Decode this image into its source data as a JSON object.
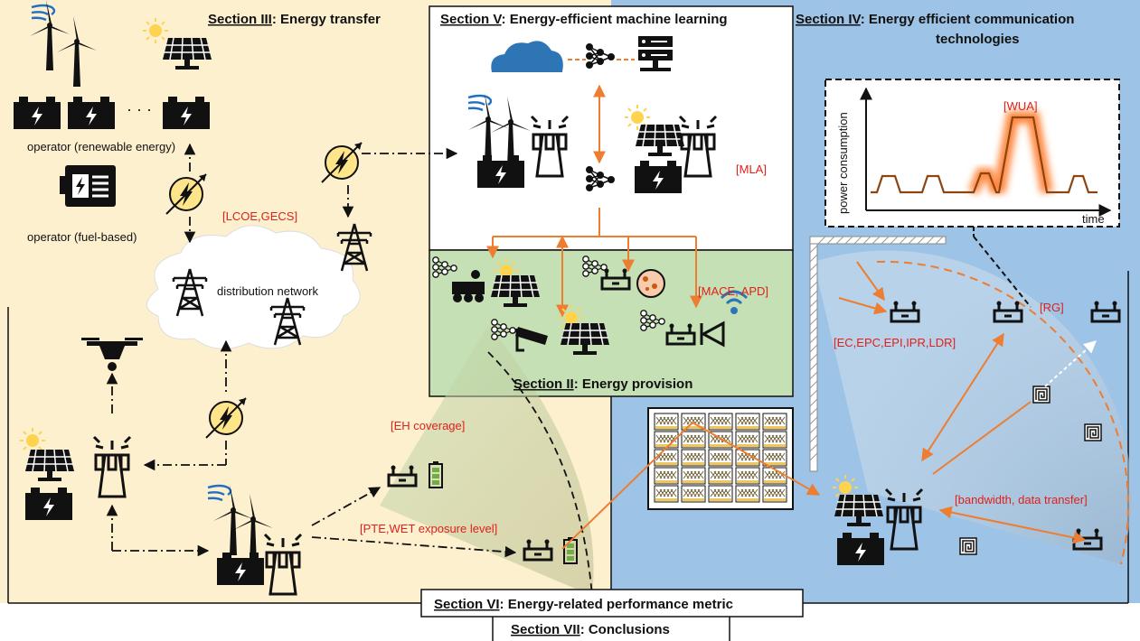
{
  "sections": {
    "s3": {
      "num": "Section III",
      "title": ": Energy transfer"
    },
    "s5": {
      "num": "Section V",
      "title": ": Energy-efficient machine learning"
    },
    "s4": {
      "num": "Section IV",
      "title": ": Energy efficient communication",
      "title2": "technologies"
    },
    "s2": {
      "num": "Section II",
      "title": ": Energy provision"
    },
    "s6": {
      "num": "Section VI",
      "title": ": Energy-related performance metric"
    },
    "s7": {
      "num": "Section VII",
      "title": ": Conclusions"
    }
  },
  "labels": {
    "op_renewable": "operator (renewable energy)",
    "op_fuel": "operator (fuel-based)",
    "dist_network": "distribution network",
    "lcoe": "[LCOE,GECS]",
    "mla": "[MLA]",
    "mace": "[MACE, APD]",
    "eh": "[EH coverage]",
    "pte": "[PTE,WET exposure level]",
    "ec": "[EC,EPC,EPI,IPR,LDR]",
    "rg": "[RG]",
    "bw": "[bandwidth, data transfer]",
    "wua": "[WUA]",
    "ellipsis": "· · ·"
  },
  "chart": {
    "ylabel": "power consumption",
    "xlabel": "time"
  },
  "colors": {
    "yellow_bg": "#fdf0cf",
    "blue_bg": "#9dc3e6",
    "green_bg": "#c5e0b4",
    "accent_orange": "#ed7d31",
    "label_red": "#e0201a",
    "trace_brown": "#8b4513"
  }
}
